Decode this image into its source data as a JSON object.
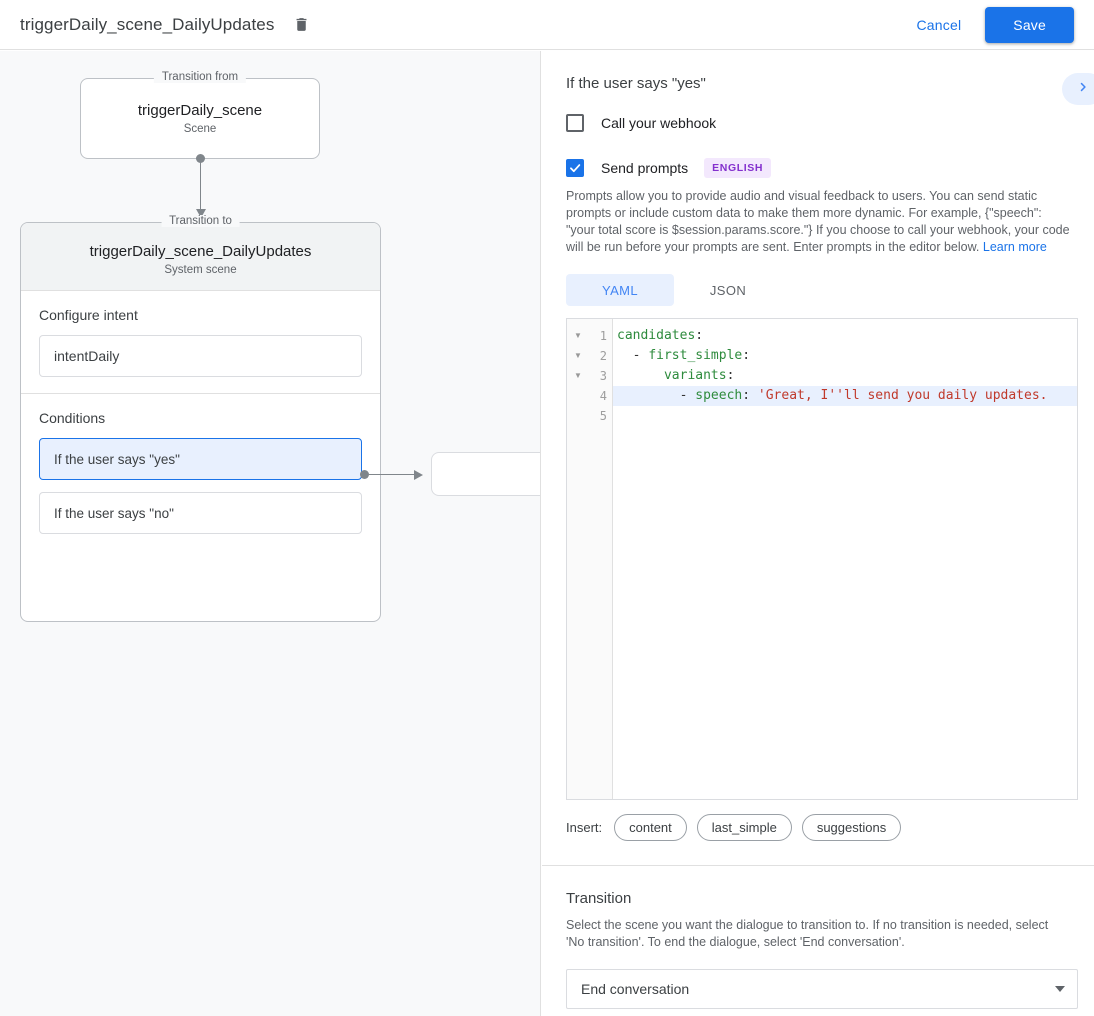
{
  "topbar": {
    "title": "triggerDaily_scene_DailyUpdates",
    "delete_icon": "trash-icon",
    "cancel_label": "Cancel",
    "save_label": "Save",
    "save_color": "#1a73e8"
  },
  "canvas": {
    "transition_from": {
      "legend": "Transition from",
      "title": "triggerDaily_scene",
      "subtitle": "Scene"
    },
    "transition_to": {
      "legend": "Transition to",
      "title": "triggerDaily_scene_DailyUpdates",
      "subtitle": "System scene"
    },
    "configure_intent": {
      "label": "Configure intent",
      "value": "intentDaily"
    },
    "conditions": {
      "label": "Conditions",
      "items": [
        {
          "text": "If the user says \"yes\"",
          "selected": true
        },
        {
          "text": "If the user says \"no\"",
          "selected": false
        }
      ]
    }
  },
  "panel": {
    "title": "If the user says \"yes\"",
    "expand_icon": "chevron-right-icon",
    "webhook": {
      "label": "Call your webhook",
      "checked": false
    },
    "prompts": {
      "label": "Send prompts",
      "checked": true,
      "badge": "ENGLISH",
      "badge_bg": "#f3e8fd",
      "badge_color": "#8430ce",
      "description": "Prompts allow you to provide audio and visual feedback to users. You can send static prompts or include custom data to make them more dynamic. For example, {\"speech\": \"your total score is $session.params.score.\"} If you choose to call your webhook, your code will be run before your prompts are sent. Enter prompts in the editor below.",
      "learn_more": "Learn more"
    },
    "tabs": [
      {
        "label": "YAML",
        "active": true
      },
      {
        "label": "JSON",
        "active": false
      }
    ],
    "editor": {
      "lines": [
        {
          "num": "1",
          "fold": true,
          "highlighted": false,
          "segments": [
            {
              "t": "candidates",
              "c": "key"
            },
            {
              "t": ":",
              "c": "punc"
            }
          ]
        },
        {
          "num": "2",
          "fold": true,
          "highlighted": false,
          "segments": [
            {
              "t": "  - ",
              "c": "punc"
            },
            {
              "t": "first_simple",
              "c": "key"
            },
            {
              "t": ":",
              "c": "punc"
            }
          ]
        },
        {
          "num": "3",
          "fold": true,
          "highlighted": false,
          "segments": [
            {
              "t": "      ",
              "c": "punc"
            },
            {
              "t": "variants",
              "c": "key"
            },
            {
              "t": ":",
              "c": "punc"
            }
          ]
        },
        {
          "num": "4",
          "fold": false,
          "highlighted": true,
          "segments": [
            {
              "t": "        - ",
              "c": "punc"
            },
            {
              "t": "speech",
              "c": "key"
            },
            {
              "t": ": ",
              "c": "punc"
            },
            {
              "t": "'Great, I''ll send you daily updates.",
              "c": "str"
            }
          ]
        },
        {
          "num": "5",
          "fold": false,
          "highlighted": false,
          "segments": []
        }
      ]
    },
    "insert": {
      "label": "Insert:",
      "chips": [
        "content",
        "last_simple",
        "suggestions"
      ]
    },
    "transition": {
      "title": "Transition",
      "description": "Select the scene you want the dialogue to transition to. If no transition is needed, select 'No transition'. To end the dialogue, select 'End conversation'.",
      "selected": "End conversation"
    }
  }
}
